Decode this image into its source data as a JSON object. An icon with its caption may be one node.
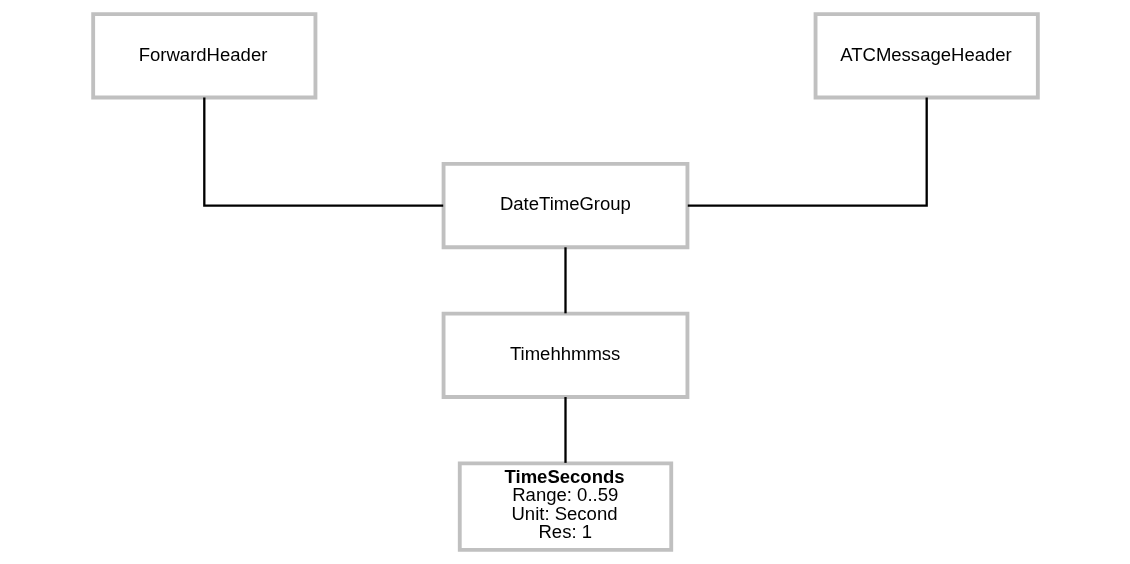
{
  "diagram": {
    "nodes": [
      {
        "text": [
          "ForwardHeader"
        ]
      },
      {
        "text": [
          "ATCMessageHeader"
        ]
      },
      {
        "text": [
          "DateTimeGroup"
        ]
      },
      {
        "text": [
          "Timehhmmss"
        ]
      },
      {
        "text": [
          "TimeSeconds",
          "Range: 0..59",
          "Unit: Second",
          "Res: 1"
        ]
      }
    ],
    "edges": [
      {
        "from": 0,
        "to": 2,
        "arrow": "none"
      },
      {
        "from": 1,
        "to": 2,
        "arrow": "none"
      },
      {
        "from": 2,
        "to": 3,
        "arrow": "none"
      },
      {
        "from": 3,
        "to": 4,
        "arrow": "none"
      }
    ]
  }
}
